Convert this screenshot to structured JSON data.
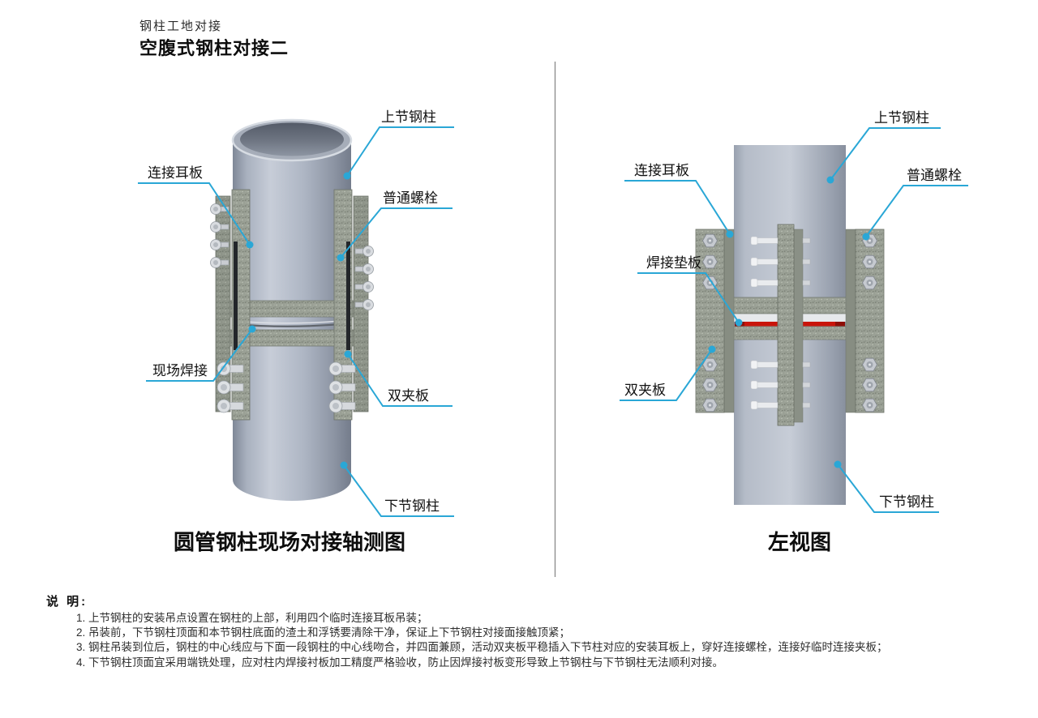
{
  "document": {
    "header": "钢柱工地对接",
    "title": "空腹式钢柱对接二"
  },
  "left_figure": {
    "caption": "圆管钢柱现场对接轴测图",
    "labels": {
      "upper_column": "上节钢柱",
      "ear_plate": "连接耳板",
      "common_bolt": "普通螺栓",
      "site_weld": "现场焊接",
      "double_clamp": "双夹板",
      "lower_column": "下节钢柱"
    }
  },
  "right_figure": {
    "caption": "左视图",
    "labels": {
      "upper_column": "上节钢柱",
      "ear_plate": "连接耳板",
      "common_bolt": "普通螺栓",
      "weld_backing": "焊接垫板",
      "double_clamp": "双夹板",
      "lower_column": "下节钢柱"
    }
  },
  "notes": {
    "heading": "说 明:",
    "items": [
      "1. 上节钢柱的安装吊点设置在钢柱的上部，利用四个临时连接耳板吊装；",
      "2. 吊装前，下节钢柱顶面和本节钢柱底面的渣土和浮锈要清除干净，保证上下节钢柱对接面接触顶紧；",
      "3. 钢柱吊装到位后，钢柱的中心线应与下面一段钢柱的中心线吻合，并四面兼顾，活动双夹板平稳插入下节柱对应的安装耳板上，穿好连接螺栓，连接好临时连接夹板；",
      "4. 下节钢柱顶面宜采用端铣处理，应对柱内焊接衬板加工精度严格验收，防止因焊接衬板变形导致上节钢柱与下节钢柱无法顺利对接。"
    ]
  },
  "colors": {
    "leader_line": "#2aa7d6",
    "weld_seam": "#c9150b",
    "column_fill": "#b4bcc9",
    "plate_fill": "#9aa095"
  }
}
